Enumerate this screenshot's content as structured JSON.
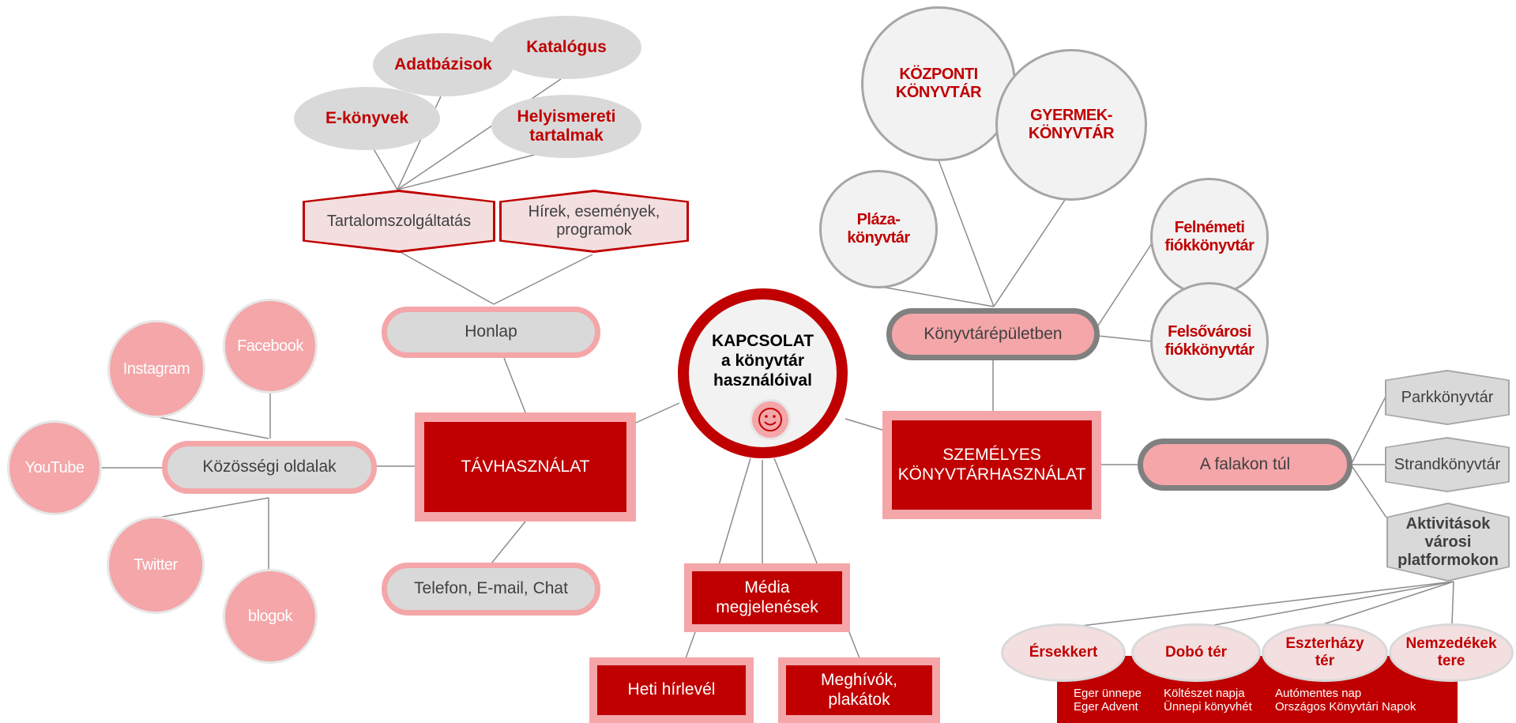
{
  "center": {
    "line1": "KAPCSOLAT",
    "line2": "a könyvtár",
    "line3": "használóival",
    "icon": "smiley-icon"
  },
  "remote": {
    "label": "TÁVHASZNÁLAT",
    "website": {
      "label": "Honlap",
      "hex_content": "Tartalomszolgáltatás",
      "hex_news_line1": "Hírek, események,",
      "hex_news_line2": "programok",
      "content_items": {
        "ebooks": "E-könyvek",
        "databases": "Adatbázisok",
        "catalog": "Katalógus",
        "local1": "Helyismereti",
        "local2": "tartalmak"
      }
    },
    "social": {
      "label": "Közösségi oldalak",
      "instagram": "Instagram",
      "facebook": "Facebook",
      "youtube": "YouTube",
      "twitter": "Twitter",
      "blogs": "blogok"
    },
    "contact": "Telefon, E-mail, Chat"
  },
  "media": {
    "line1": "Média",
    "line2": "megjelenések",
    "newsletter": "Heti hírlevél",
    "invites_line1": "Meghívók,",
    "invites_line2": "plakátok"
  },
  "personal": {
    "line1": "SZEMÉLYES",
    "line2": "KÖNYVTÁRHASZNÁLAT",
    "buildings": {
      "label": "Könyvtárépületben",
      "central1": "KÖZPONTI",
      "central2": "KÖNYVTÁR",
      "children1": "GYERMEK-",
      "children2": "KÖNYVTÁR",
      "plaza1": "Pláza-",
      "plaza2": "könyvtár",
      "felnemet1": "Felnémeti",
      "felnemet2": "fiókkönyvtár",
      "felsovaros1": "Felsővárosi",
      "felsovaros2": "fiókkönyvtár"
    },
    "beyond": {
      "label": "A falakon túl",
      "park": "Parkkönyvtár",
      "beach": "Strandkönyvtár",
      "activities1": "Aktivitások",
      "activities2": "városi",
      "activities3": "platformokon",
      "places": {
        "ersekkert": "Érsekkert",
        "dobo": "Dobó tér",
        "eszterhazy1": "Eszterházy",
        "eszterhazy2": "tér",
        "nemzedekek1": "Nemzedékek",
        "nemzedekek2": "tere"
      },
      "events": {
        "e1": "Eger ünnepe",
        "e2": "Eger Advent",
        "e3": "Költészet napja",
        "e4": "Ünnepi könyvhét",
        "e5": "Autómentes nap",
        "e6": "Országos Könyvtári Napok"
      }
    }
  },
  "colors": {
    "red": "#c00000",
    "pink": "#f4a6a9",
    "grey": "#d9d9d9",
    "line": "#808080"
  }
}
